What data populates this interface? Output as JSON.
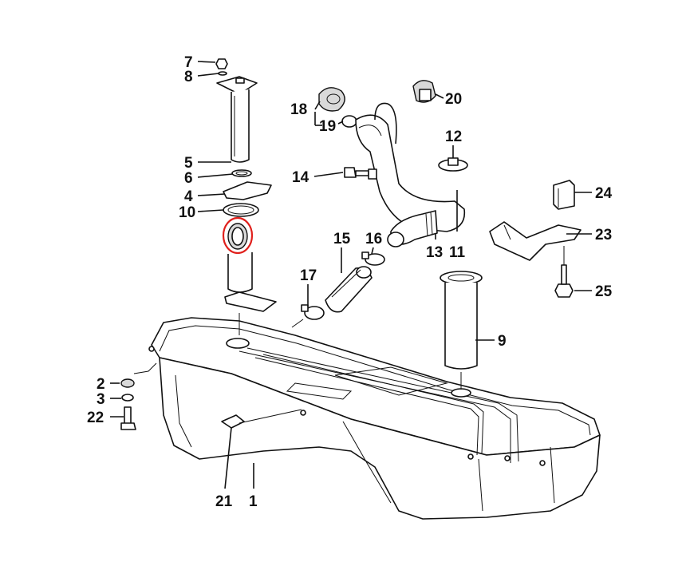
{
  "diagram": {
    "labels": {
      "n1": "1",
      "n2": "2",
      "n3": "3",
      "n4": "4",
      "n5": "5",
      "n6": "6",
      "n7": "7",
      "n8": "8",
      "n9": "9",
      "n10": "10",
      "n11": "11",
      "n12": "12",
      "n13": "13",
      "n14": "14",
      "n15": "15",
      "n16": "16",
      "n17": "17",
      "n18": "18",
      "n19": "19",
      "n20": "20",
      "n21": "21",
      "n22": "22",
      "n23": "23",
      "n24": "24",
      "n25": "25"
    },
    "highlight_color": "#e0201c",
    "line_color": "#111111"
  }
}
